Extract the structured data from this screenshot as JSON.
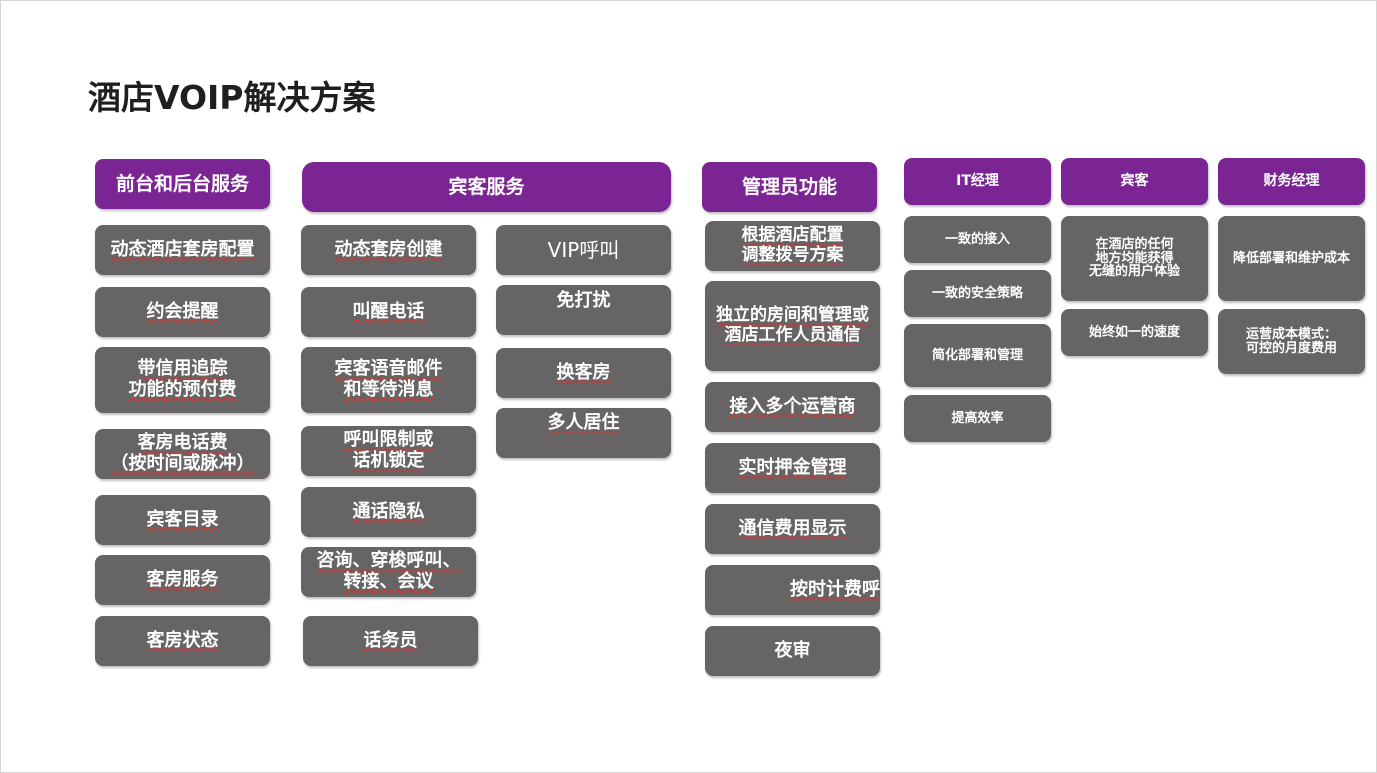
{
  "title": "酒店VOIP解决方案",
  "columns": {
    "front_back": {
      "header": "前台和后台服务",
      "items": [
        "动态酒店套房配置",
        "约会提醒",
        "带信用追踪\n功能的预付费",
        "客房电话费\n（按时间或脉冲）",
        "宾客目录",
        "客房服务",
        "客房状态"
      ]
    },
    "guest_services": {
      "header": "宾客服务",
      "left_items": [
        "动态套房创建",
        "叫醒电话",
        "宾客语音邮件\n和等待消息",
        "呼叫限制或\n话机锁定",
        "通话隐私",
        "咨询、穿梭呼叫、\n转接、会议",
        "话务员"
      ],
      "right_items": [
        "VIP呼叫",
        "免打扰",
        "换客房",
        "多人居住"
      ]
    },
    "admin": {
      "header": "管理员功能",
      "items": [
        "根据酒店配置\n调整拨号方案",
        "独立的房间和管理或\n酒店工作人员通信",
        "接入多个运营商",
        "实时押金管理",
        "通信费用显示",
        "按时计费呼",
        "夜审"
      ]
    },
    "it_manager": {
      "header": "IT经理",
      "items": [
        "一致的接入",
        "一致的安全策略",
        "简化部署和管理",
        "提高效率"
      ]
    },
    "guest": {
      "header": "宾客",
      "items": [
        "在酒店的任何\n地方均能获得\n无缝的用户体验",
        "始终如一的速度"
      ]
    },
    "finance": {
      "header": "财务经理",
      "items": [
        "降低部署和维护成本",
        "运营成本模式：\n可控的月度费用"
      ]
    }
  },
  "colors": {
    "header_purple": "#7b2594",
    "box_gray": "#666465",
    "text_white": "#ffffff",
    "spellcheck_red": "#e0302a"
  }
}
